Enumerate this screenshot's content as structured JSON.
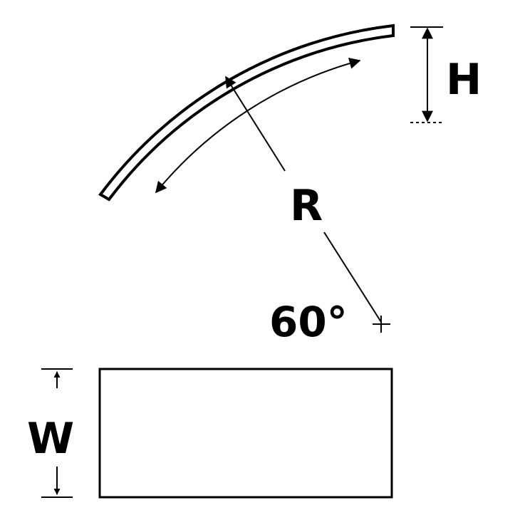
{
  "labels": {
    "height": "H",
    "radius": "R",
    "angle": "60°",
    "width": "W"
  },
  "colors": {
    "stroke": "#000000",
    "background": "#ffffff"
  }
}
